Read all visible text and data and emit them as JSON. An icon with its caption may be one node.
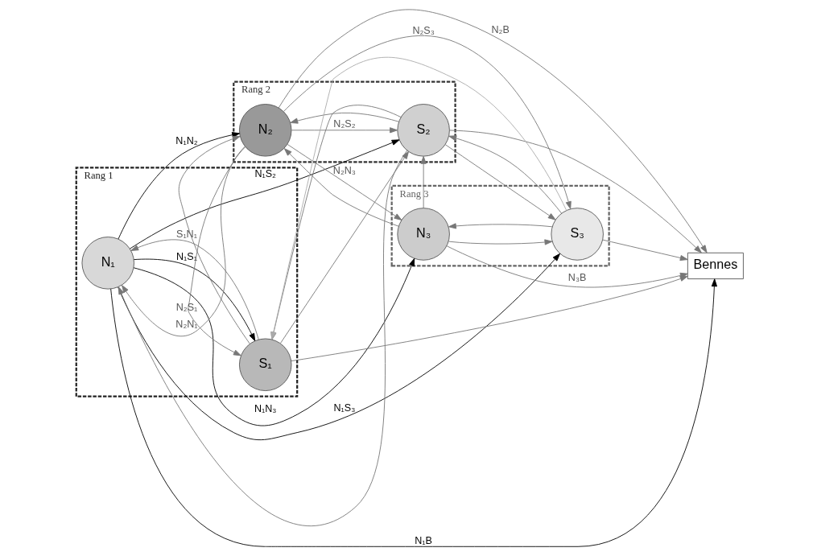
{
  "diagram": {
    "nodes": [
      {
        "text": [
          "Rang 1"
        ]
      },
      {
        "text": [
          "N₁"
        ],
        "in": 0
      },
      {
        "text": [
          "S₁"
        ],
        "in": 0
      },
      {
        "text": [
          "Rang 2"
        ]
      },
      {
        "text": [
          "N₂"
        ],
        "in": 3
      },
      {
        "text": [
          "S₂"
        ],
        "in": 3
      },
      {
        "text": [
          "Rang 3"
        ]
      },
      {
        "text": [
          "N₃"
        ],
        "in": 6
      },
      {
        "text": [
          "S₃"
        ],
        "in": 6
      },
      {
        "text": [
          "Bennes"
        ]
      }
    ],
    "edges": [
      {
        "from": 1,
        "to": 4,
        "arrow": "to",
        "label": "N₁N₂",
        "color": "#000000"
      },
      {
        "from": 4,
        "to": 1,
        "arrow": "to",
        "label": "N₂N₁"
      },
      {
        "from": 1,
        "to": 2,
        "arrow": "to",
        "label": "N₁S₁",
        "color": "#000000"
      },
      {
        "from": 2,
        "to": 1,
        "arrow": "to",
        "label": "S₁N₁"
      },
      {
        "from": 1,
        "to": 7,
        "arrow": "to",
        "label": "N₁N₃",
        "color": "#000000"
      },
      {
        "from": 1,
        "to": 9,
        "arrow": "to",
        "label": "N₁B",
        "color": "#000000"
      },
      {
        "from": 1,
        "to": 5,
        "arrow": "to",
        "label": "N₁S₂",
        "color": "#000000"
      },
      {
        "from": 1,
        "to": 8,
        "arrow": "to",
        "label": "N₁S₃",
        "color": "#000000"
      },
      {
        "from": 4,
        "to": 7,
        "arrow": "to",
        "label": "N₂N₃"
      },
      {
        "from": 7,
        "to": 4,
        "arrow": "to"
      },
      {
        "from": 4,
        "to": 5,
        "arrow": "to",
        "label": "N₂S₂"
      },
      {
        "from": 4,
        "to": 2,
        "arrow": "to",
        "label": "N₂S₁"
      },
      {
        "from": 4,
        "to": 8,
        "arrow": "to",
        "label": "N₂S₃"
      },
      {
        "from": 4,
        "to": 9,
        "arrow": "to",
        "label": "N₂B"
      },
      {
        "from": 7,
        "to": 9,
        "arrow": "to",
        "label": "N₃B"
      },
      {
        "from": 7,
        "to": 8,
        "arrow": "to"
      },
      {
        "from": 7,
        "to": 5,
        "arrow": "to"
      },
      {
        "from": 2,
        "to": 5,
        "arrow": "to"
      },
      {
        "from": 5,
        "to": 2,
        "arrow": "to"
      },
      {
        "from": 5,
        "to": 8,
        "arrow": "to"
      },
      {
        "from": 8,
        "to": 5,
        "arrow": "to"
      },
      {
        "from": 2,
        "to": 4,
        "arrow": "to"
      },
      {
        "from": 5,
        "to": 1,
        "arrow": "to"
      },
      {
        "from": 5,
        "to": 4,
        "arrow": "to"
      },
      {
        "from": 8,
        "to": 7,
        "arrow": "to"
      },
      {
        "from": 8,
        "to": 2,
        "arrow": "to",
        "color": "#aaaaaa"
      },
      {
        "from": 2,
        "to": 9,
        "arrow": "to"
      },
      {
        "from": 5,
        "to": 9,
        "arrow": "to"
      },
      {
        "from": 8,
        "to": 9,
        "arrow": "to"
      }
    ]
  }
}
